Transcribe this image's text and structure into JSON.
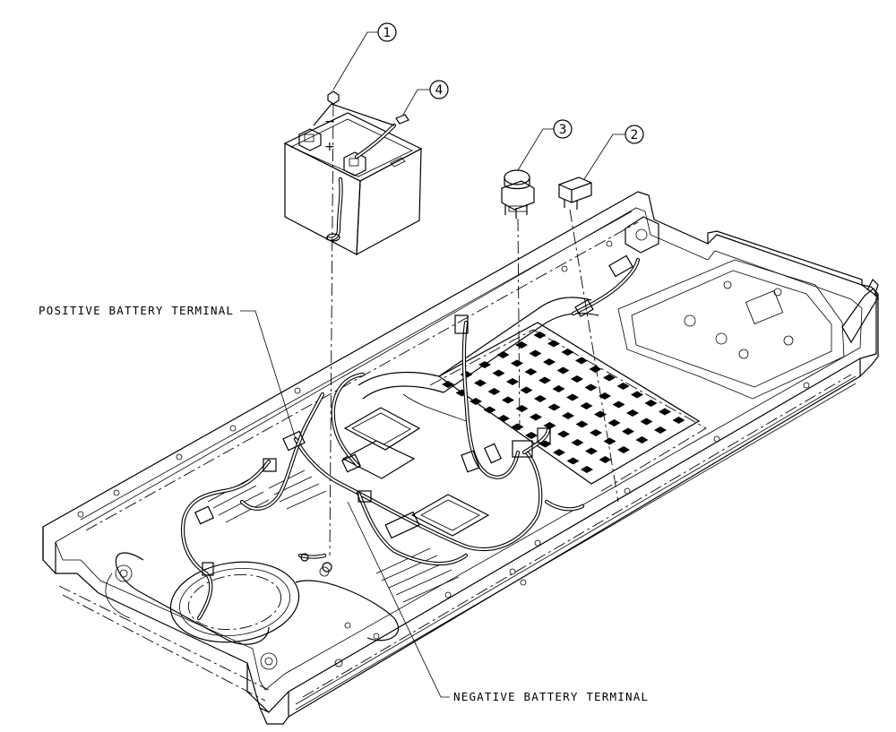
{
  "callouts": [
    {
      "number": "1"
    },
    {
      "number": "2"
    },
    {
      "number": "3"
    },
    {
      "number": "4"
    }
  ],
  "labels": {
    "positive_terminal": "POSITIVE BATTERY TERMINAL",
    "negative_terminal": "NEGATIVE BATTERY TERMINAL"
  }
}
